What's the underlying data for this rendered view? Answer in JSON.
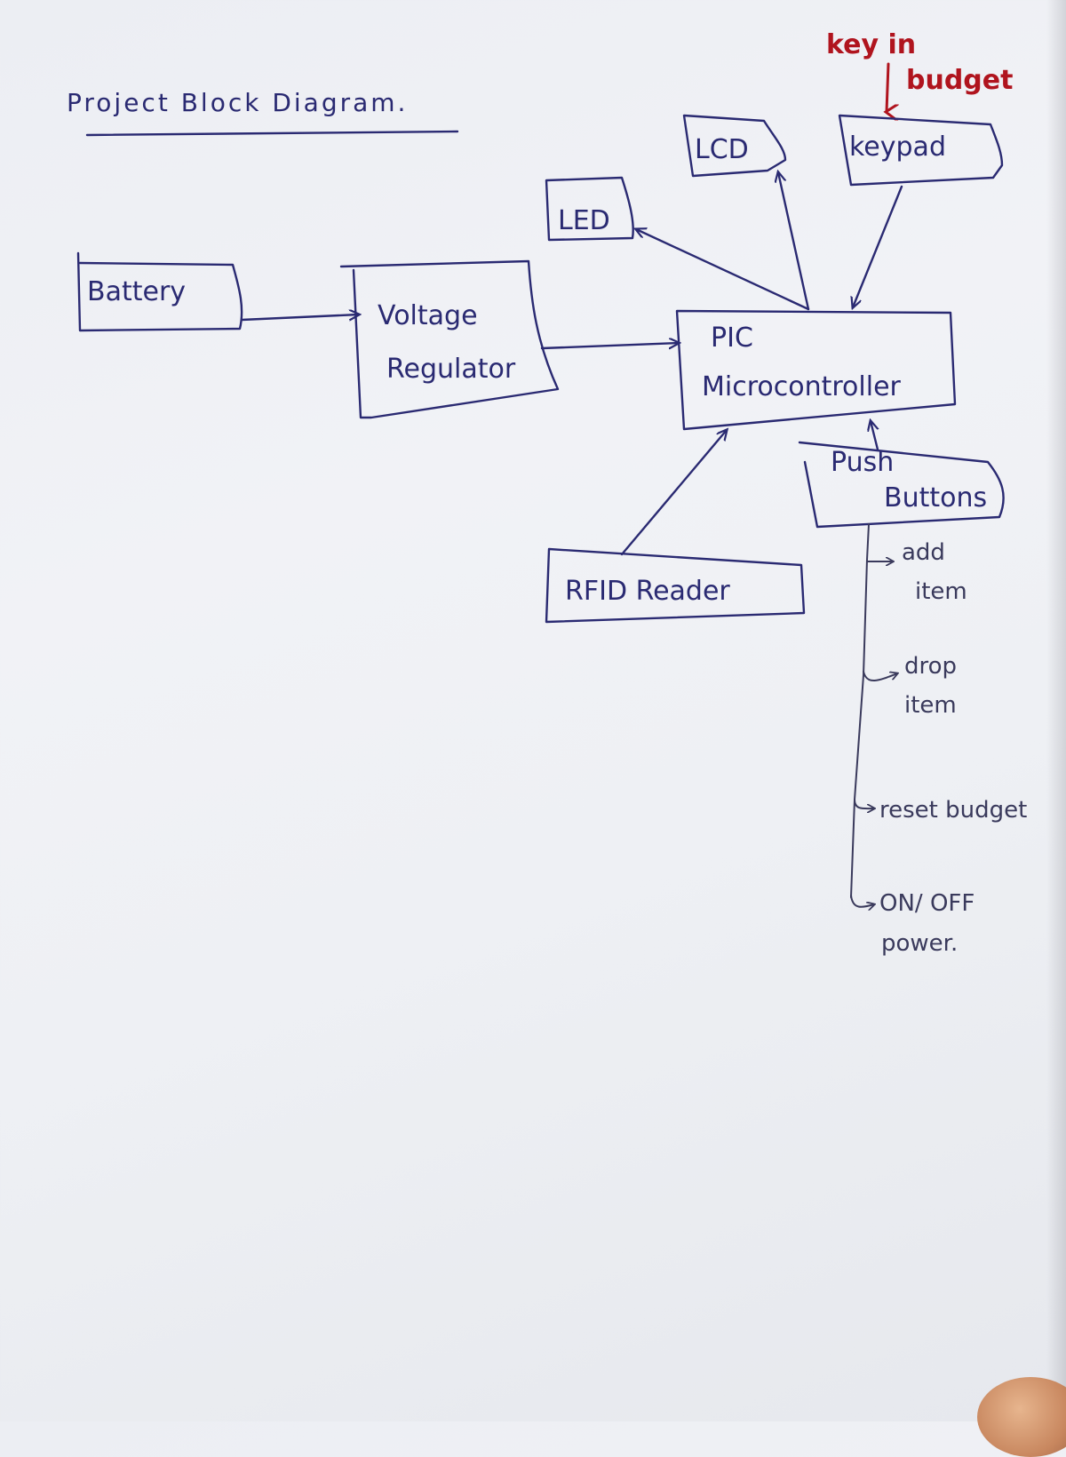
{
  "title": "Project Block Diagram.",
  "annotation": {
    "line1": "key in",
    "line2": "budget"
  },
  "blocks": {
    "battery": "Battery",
    "regulator_line1": "Voltage",
    "regulator_line2": "Regulator",
    "pic_line1": "PIC",
    "pic_line2": "Microcontroller",
    "led": "LED",
    "lcd": "LCD",
    "keypad": "keypad",
    "pushbuttons_line1": "Push",
    "pushbuttons_line2": "Buttons",
    "rfid": "RFID Reader"
  },
  "buttons_list": [
    {
      "line1": "add",
      "line2": "item"
    },
    {
      "line1": "drop",
      "line2": "item"
    },
    {
      "line1": "reset budget",
      "line2": ""
    },
    {
      "line1": "ON/ OFF",
      "line2": "power."
    }
  ],
  "colors": {
    "ink": "#2a2a72",
    "annotation": "#b0141e",
    "paper": "#eef0f4"
  }
}
